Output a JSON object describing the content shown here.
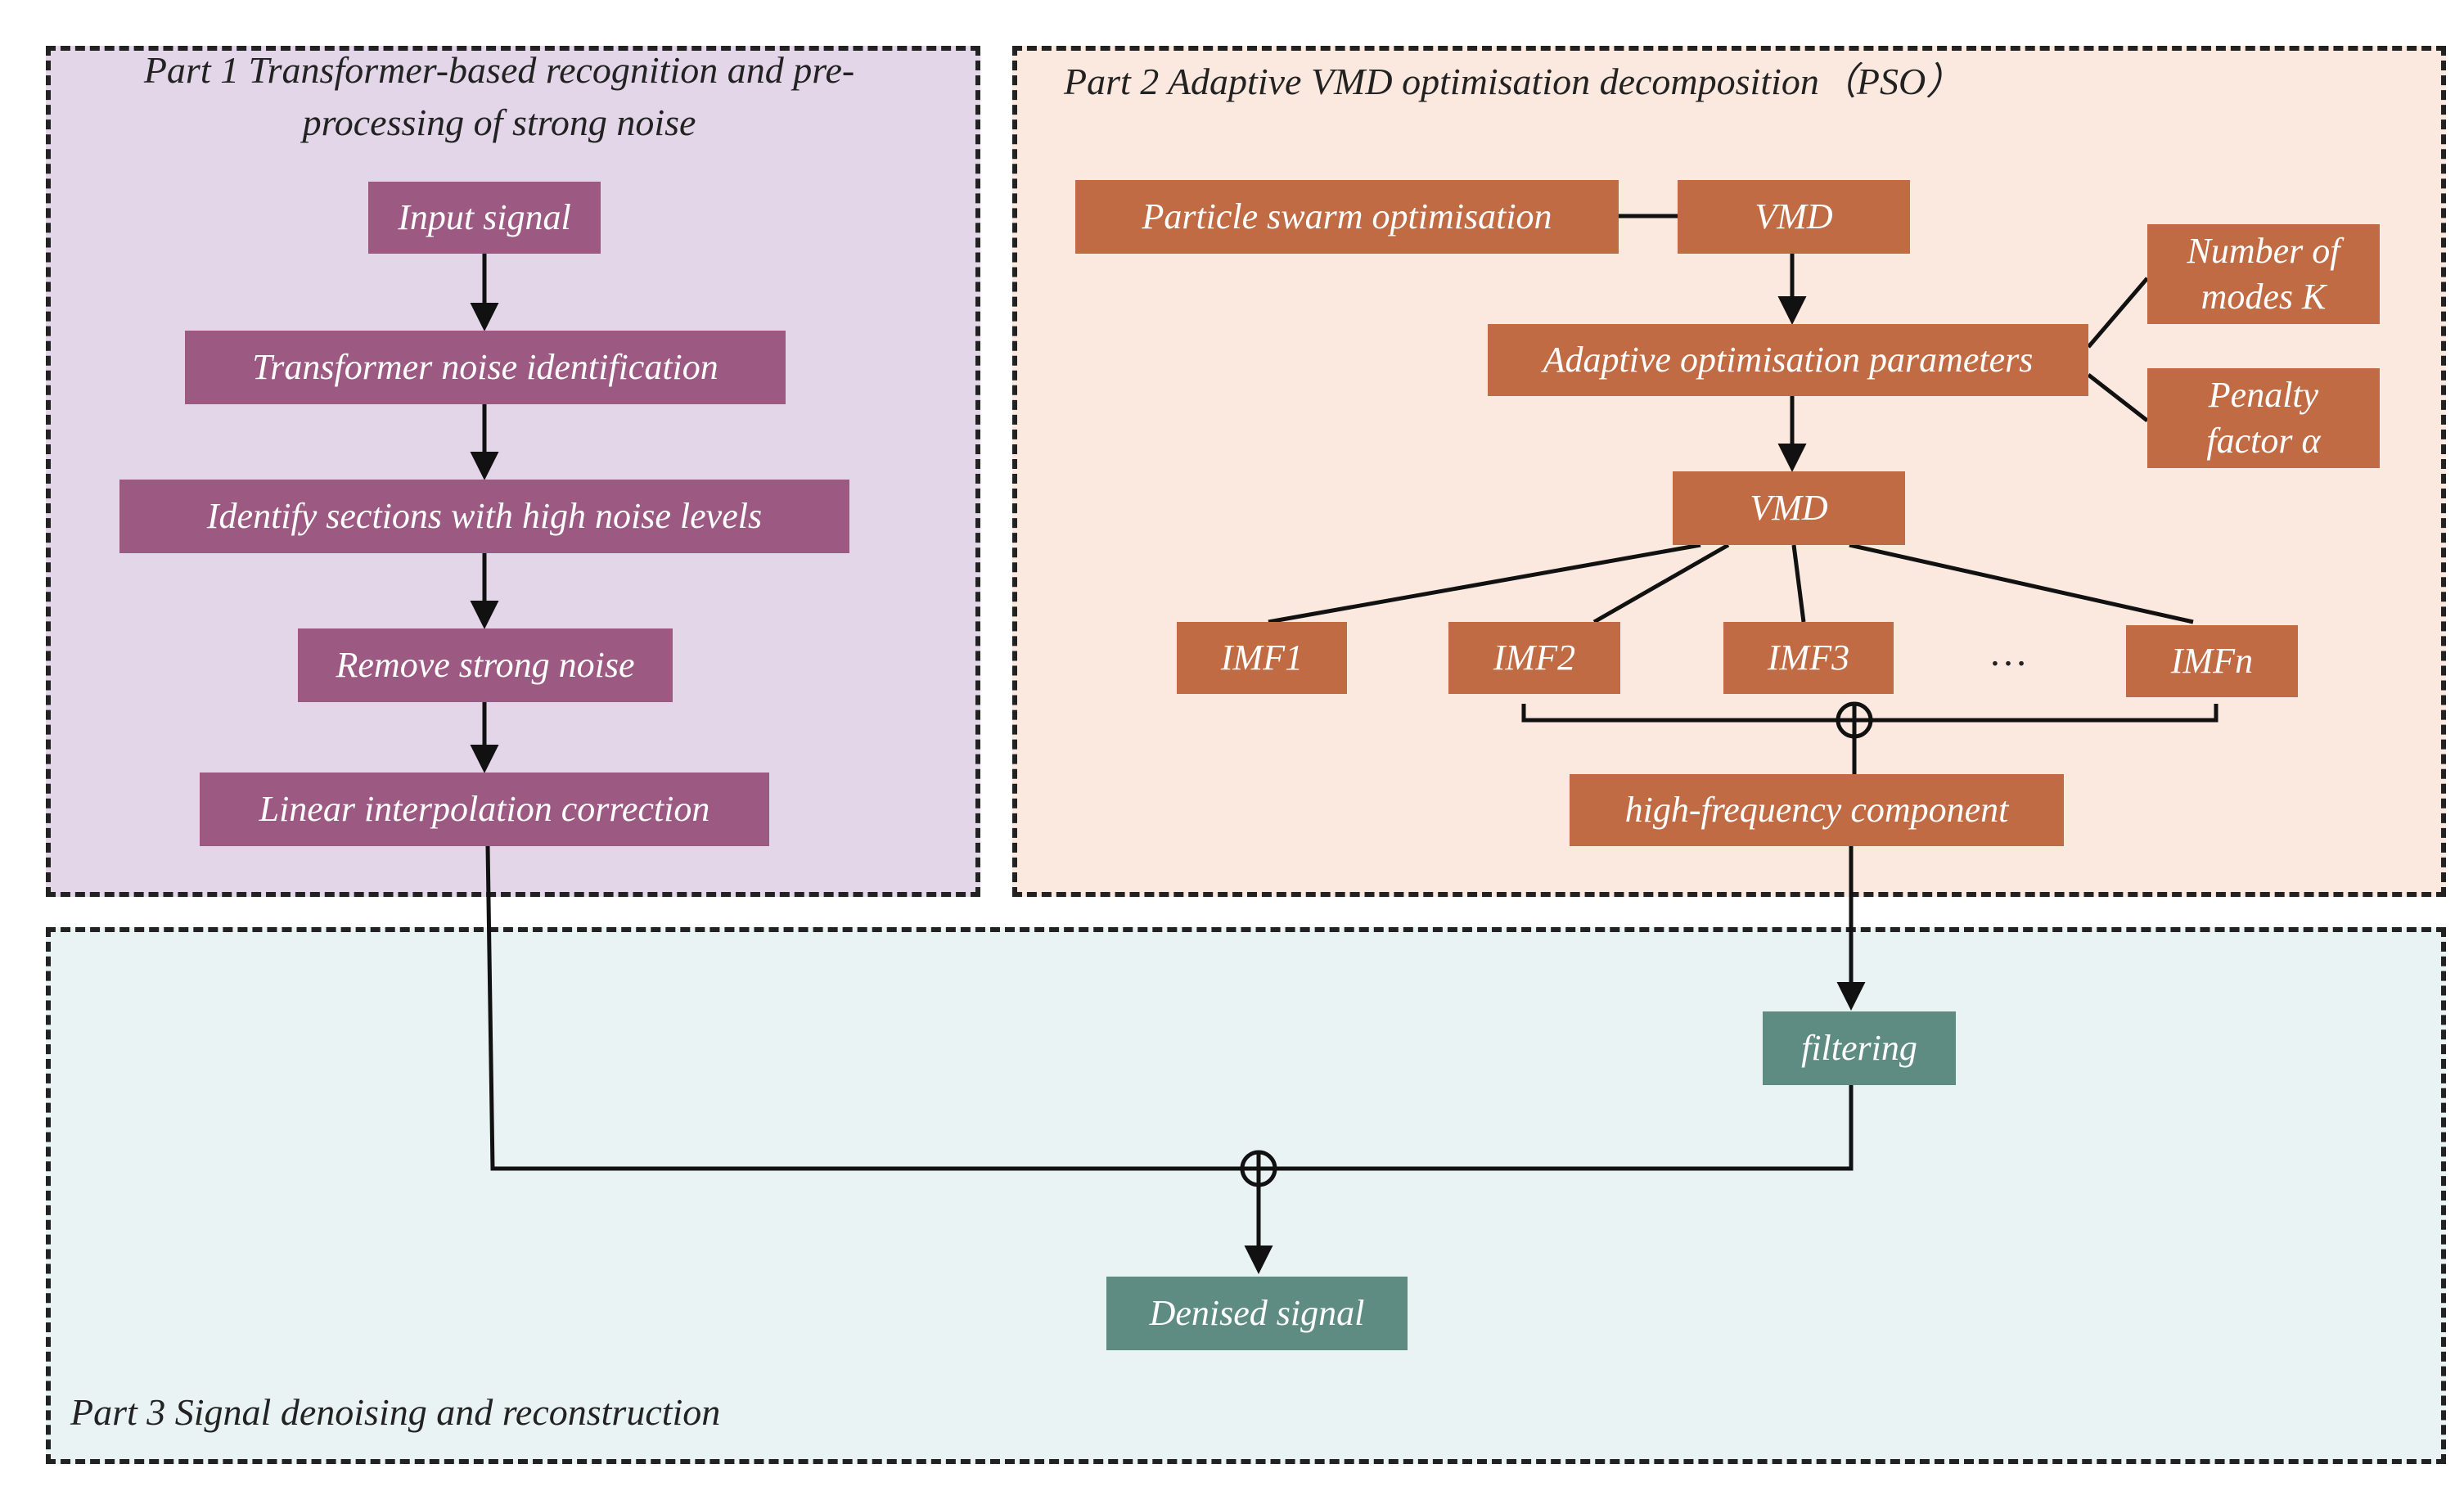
{
  "part1": {
    "title": "Part 1 Transformer-based recognition and pre-processing of strong noise",
    "steps": {
      "input": "Input signal",
      "identification": "Transformer noise identification",
      "sections": "Identify sections with high noise levels",
      "remove": "Remove strong noise",
      "interp": "Linear interpolation correction"
    }
  },
  "part2": {
    "title": "Part 2  Adaptive VMD optimisation decomposition（PSO）",
    "pso": "Particle swarm optimisation",
    "vmd_top": "VMD",
    "adaptive": "Adaptive optimisation parameters",
    "modes": "Number of modes K",
    "penalty": "Penalty factor α",
    "vmd": "VMD",
    "imfs": [
      "IMF1",
      "IMF2",
      "IMF3",
      "IMFn"
    ],
    "ellipsis": "…",
    "high_freq": "high-frequency component"
  },
  "part3": {
    "title": "Part 3  Signal denoising and reconstruction",
    "filtering": "filtering",
    "denoised": "Denised signal"
  },
  "colors": {
    "part1_bg": "#e3d6e8",
    "part2_bg": "#fbe9df",
    "part3_bg": "#e9f3f3",
    "purple_box": "#9c5a82",
    "orange_box": "#c06b43",
    "teal_box": "#5e8c83"
  }
}
